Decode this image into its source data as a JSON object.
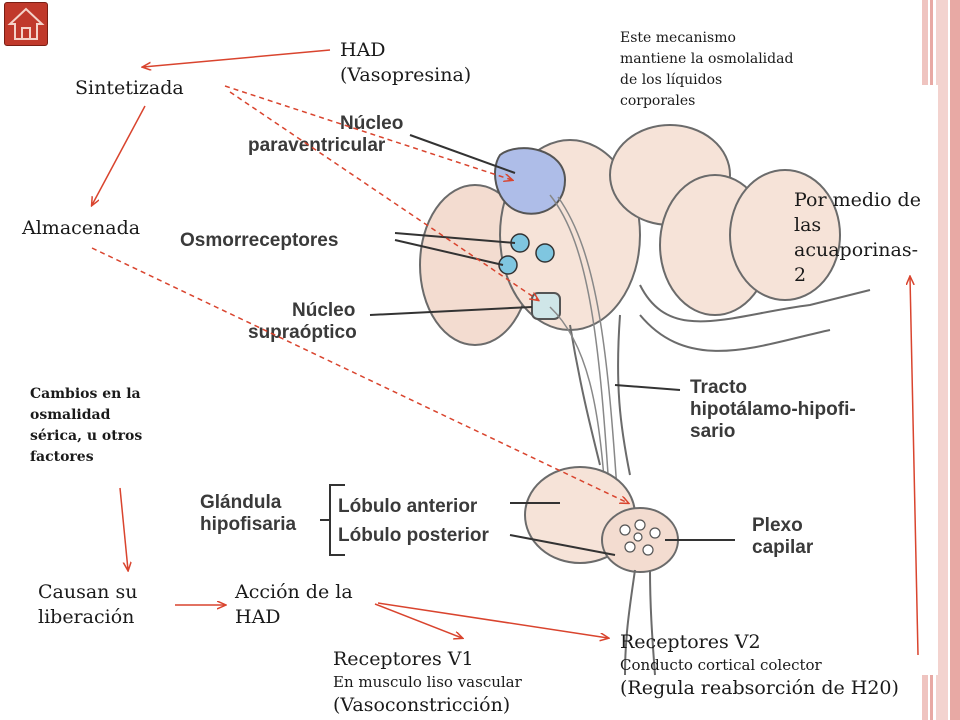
{
  "nav": {
    "home_icon": "home-icon"
  },
  "diagram_labels": {
    "nucleo_paraventricular": [
      "Núcleo",
      "paraventricular"
    ],
    "osmorreceptores": "Osmorreceptores",
    "nucleo_supraoptico": [
      "Núcleo",
      "supraóptico"
    ],
    "tracto": [
      "Tracto",
      "hipotálamo-hipofi-",
      "sario"
    ],
    "glandula": [
      "Glándula",
      "hipofisaria"
    ],
    "lobulo_anterior": "Lóbulo anterior",
    "lobulo_posterior": "Lóbulo posterior",
    "plexo": [
      "Plexo",
      "capilar"
    ]
  },
  "annotations": {
    "had": [
      "HAD",
      "(Vasopresina)"
    ],
    "sintetizada": "Sintetizada",
    "almacenada": "Almacenada",
    "mecanismo": [
      "Este mecanismo",
      "mantiene la osmolalidad",
      "de los líquidos",
      "corporales"
    ],
    "acuaporinas": [
      "Por medio de",
      "las",
      "acuaporinas-",
      "2"
    ],
    "cambios": [
      "Cambios en la",
      "osmalidad",
      "sérica, u otros",
      "factores"
    ],
    "causan": [
      "Causan su",
      "liberación"
    ],
    "accion": [
      "Acción de la",
      "HAD"
    ],
    "v1_title": "Receptores V1",
    "v1_sub": "En musculo liso vascular",
    "v1_effect": "(Vasoconstricción)",
    "v2_title": "Receptores V2",
    "v2_sub": "Conducto cortical colector",
    "v2_effect": "(Regula reabsorción de H20)"
  },
  "colors": {
    "arrow": "#d9442e",
    "side_stripe": "#e8a9a4",
    "home": "#c0392b",
    "nucleus_para": "#aebde8",
    "osmoreceptor": "#7fc6e0",
    "tissue": "#f3dcd0",
    "tissue_dark": "#e9c6b6"
  }
}
